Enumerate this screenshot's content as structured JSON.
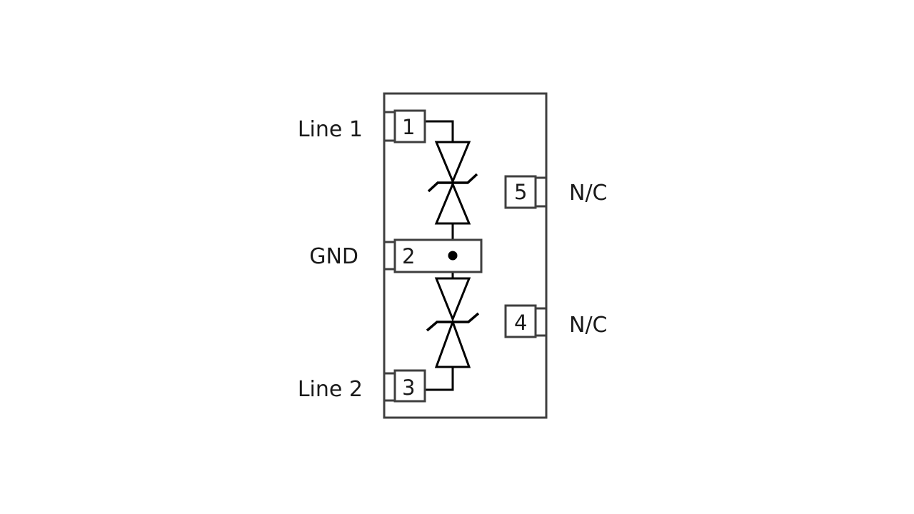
{
  "pins": [
    {
      "number": "1",
      "label": "Line 1"
    },
    {
      "number": "2",
      "label": "GND"
    },
    {
      "number": "3",
      "label": "Line 2"
    },
    {
      "number": "4",
      "label": "N/C"
    },
    {
      "number": "5",
      "label": "N/C"
    }
  ]
}
